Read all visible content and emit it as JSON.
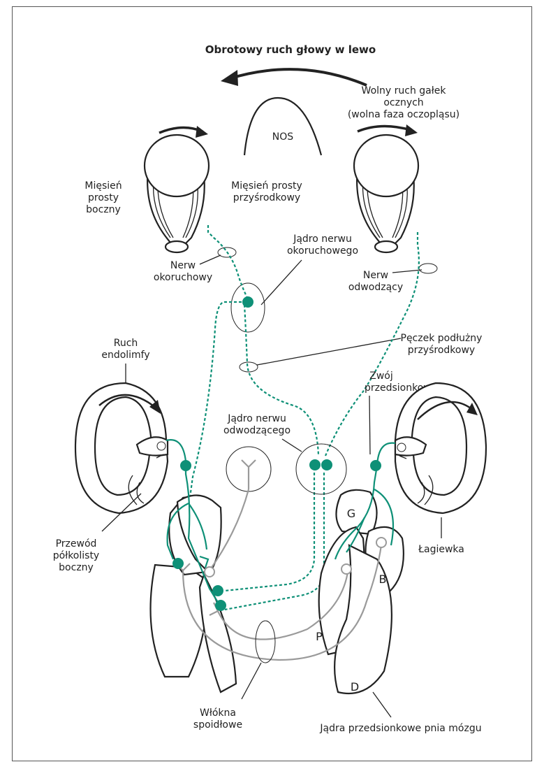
{
  "title": "Obrotowy ruch głowy w lewo",
  "labels": {
    "nos": "NOS",
    "slow_eye_1": "Wolny ruch gałek",
    "slow_eye_2": "ocznych",
    "slow_eye_3": "(wolna faza oczopląsu)",
    "lateral_rectus_1": "Mięsień",
    "lateral_rectus_2": "prosty",
    "lateral_rectus_3": "boczny",
    "medial_rectus_1": "Mięsień prosty",
    "medial_rectus_2": "przyśrodkowy",
    "oculomotor_nucleus_1": "Jądro nerwu",
    "oculomotor_nucleus_2": "okoruchowego",
    "oculomotor_nerve_1": "Nerw",
    "oculomotor_nerve_2": "okoruchowy",
    "abducens_nerve_1": "Nerw",
    "abducens_nerve_2": "odwodzący",
    "mlf_1": "Pęczek podłużny",
    "mlf_2": "przyśrodkowy",
    "endolymph_1": "Ruch",
    "endolymph_2": "endolimfy",
    "vestibular_ganglion_1": "Zwój",
    "vestibular_ganglion_2": "przedsionkowy",
    "abducens_nucleus_1": "Jądro nerwu",
    "abducens_nucleus_2": "odwodzącego",
    "canal_1": "Przewód",
    "canal_2": "półkolisty",
    "canal_3": "boczny",
    "utricle": "Łagiewka",
    "nucleus_g": "G",
    "nucleus_b": "B",
    "nucleus_p": "P",
    "nucleus_d": "D",
    "fibers_1": "Włókna",
    "fibers_2": "spoidłowe",
    "brainstem_nuclei": "Jądra przedsionkowe pnia mózgu"
  },
  "colors": {
    "excitatory": "#0e9077",
    "inhibitory": "#9a9a9a",
    "outline": "#222222"
  }
}
